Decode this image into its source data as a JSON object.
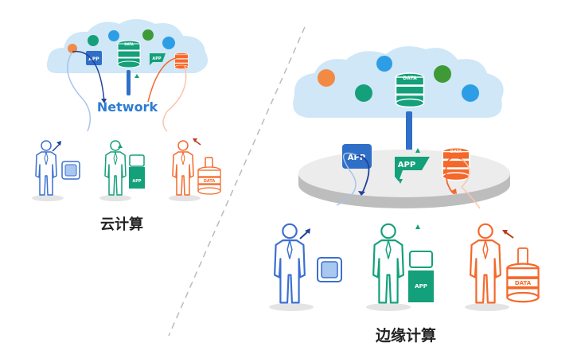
{
  "colors": {
    "cloud": "#cfe7f7",
    "blue": "#2f6fc7",
    "green": "#13a07a",
    "orange": "#f5682a",
    "gray_platform": "#e8e8e8"
  },
  "cloud_computing": {
    "network_label": "Network",
    "app_label_1": "APP",
    "app_label_2": "APP",
    "data_label": "DATA",
    "device_app_label": "APP",
    "device_data_label": "DATA",
    "title": "云计算"
  },
  "edge_computing": {
    "data_label": "DATA",
    "platform_app_label_1": "APP",
    "platform_app_label_2": "APP",
    "platform_data_label": "DATA",
    "device_app_label": "APP",
    "device_data_label": "DATA",
    "title": "边缘计算"
  }
}
